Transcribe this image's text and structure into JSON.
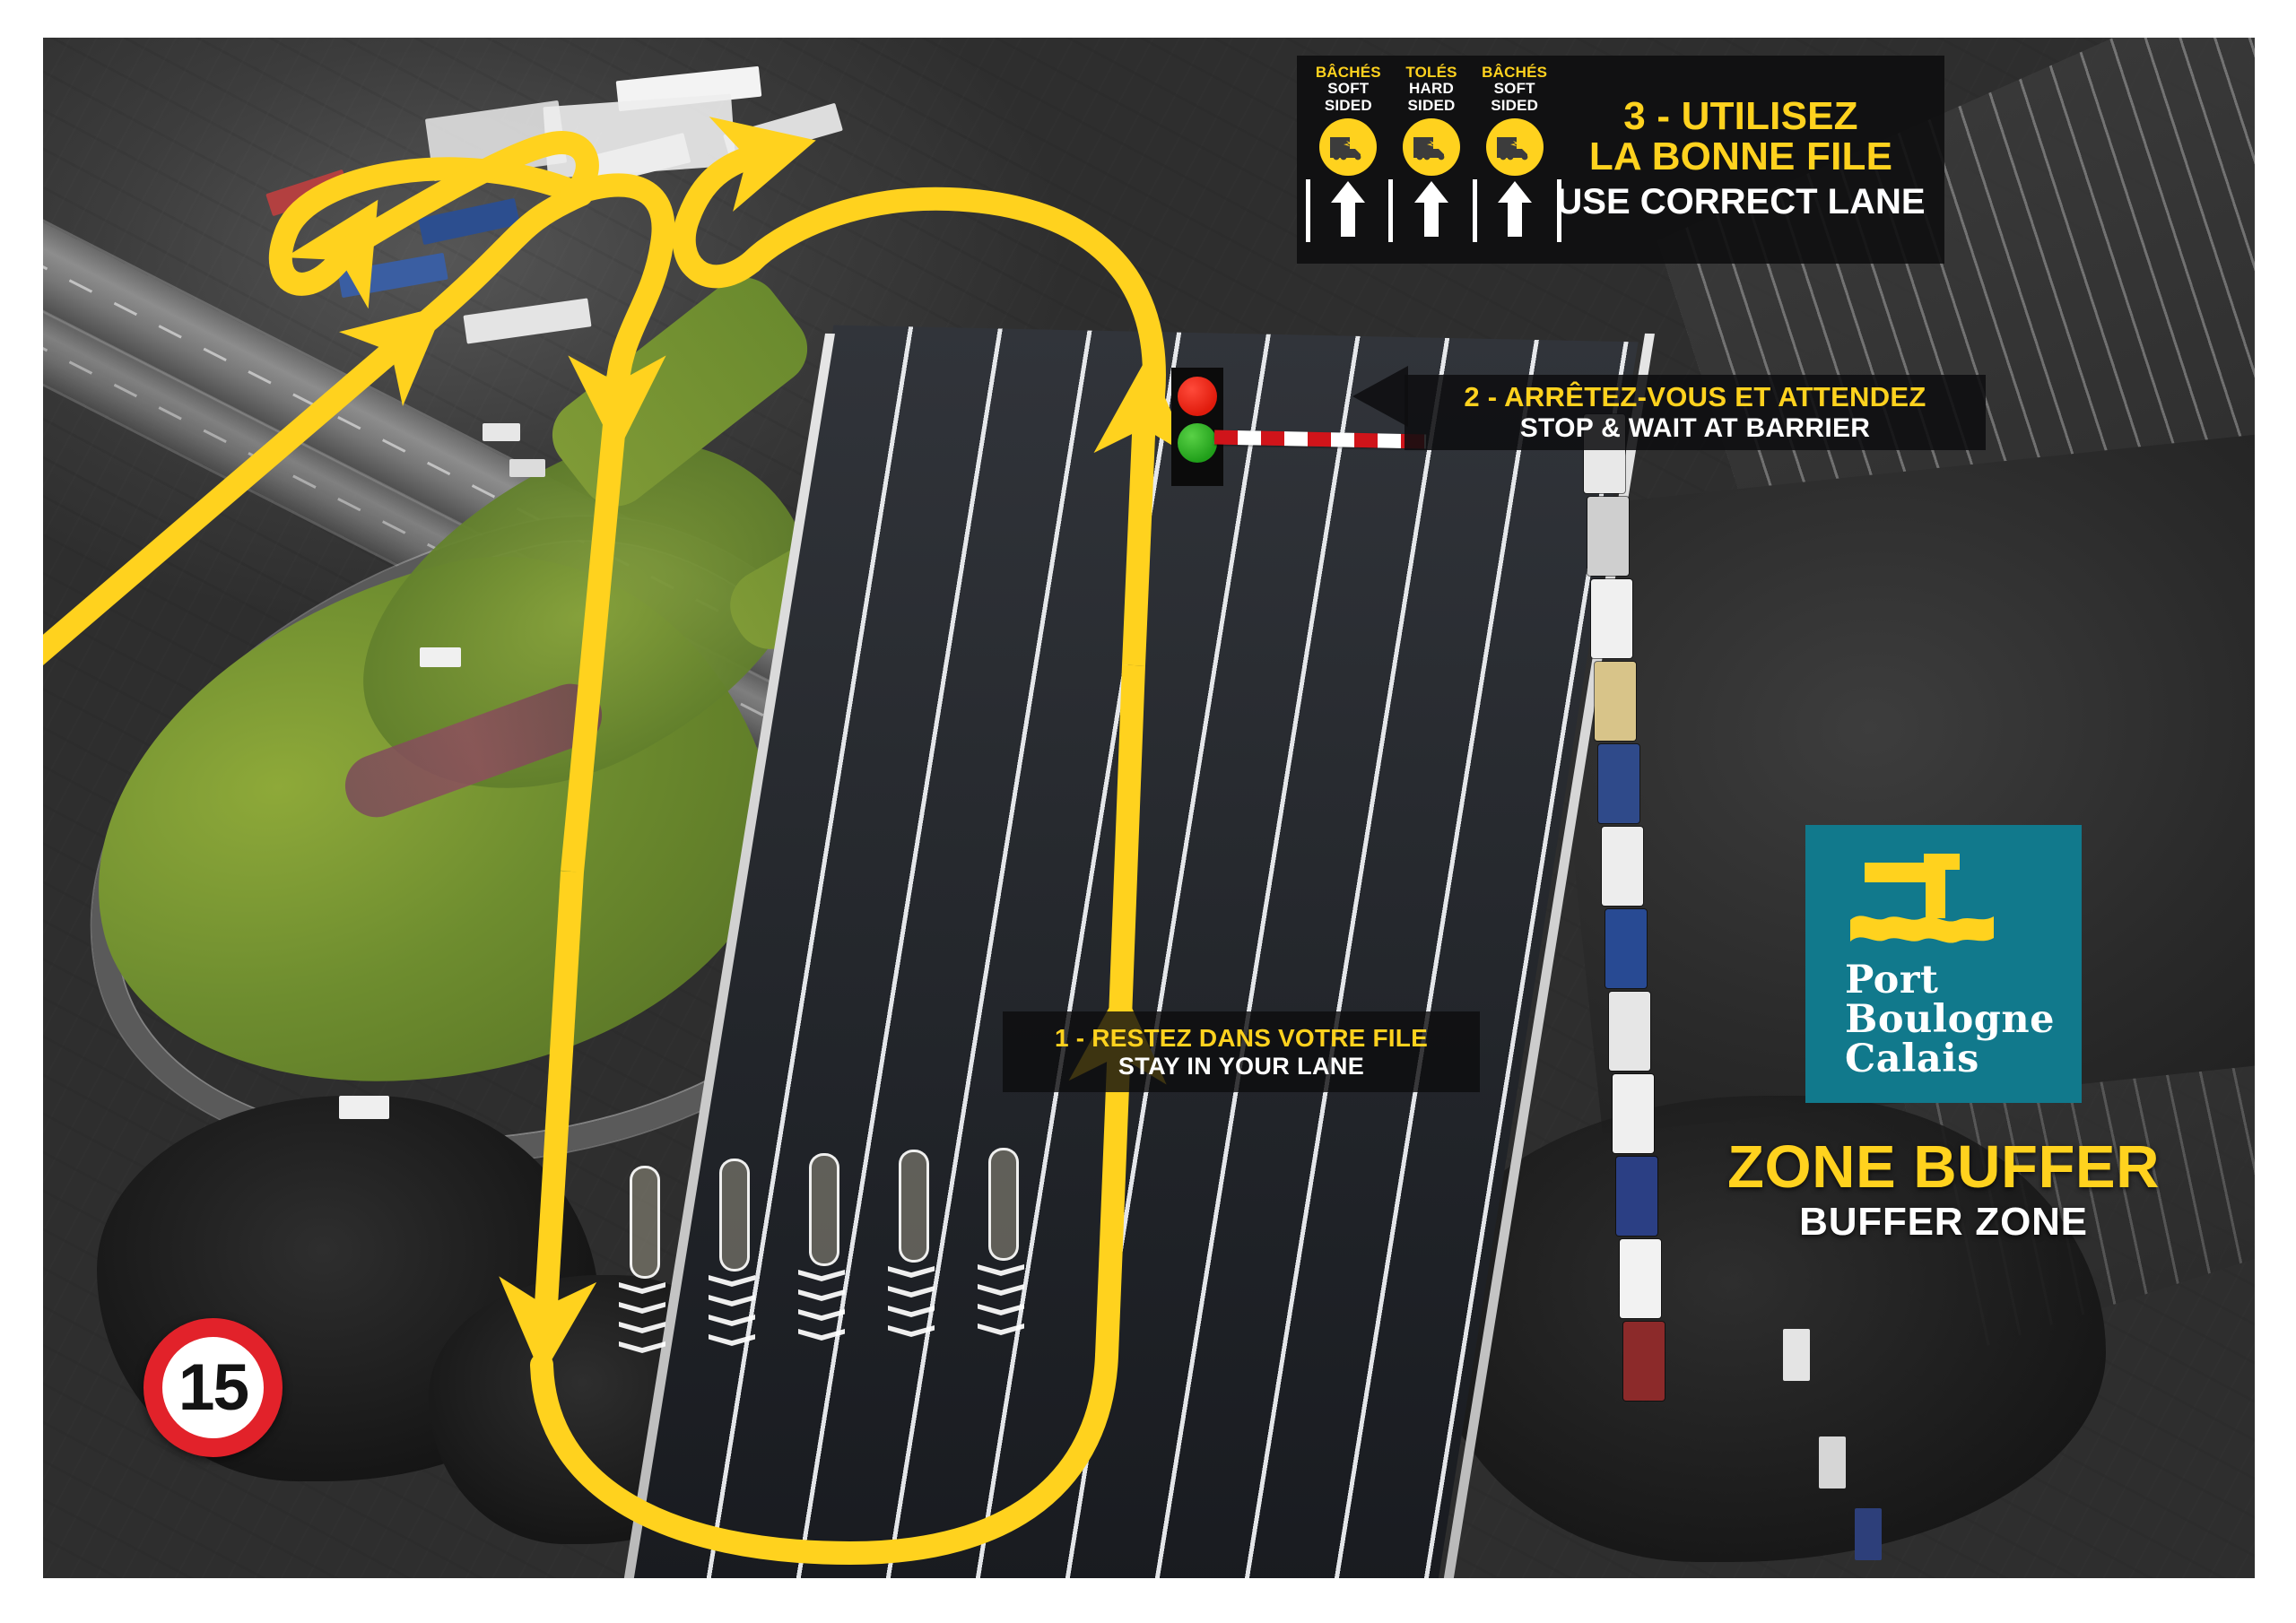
{
  "poster": {
    "kind": "aerial-photo-infographic",
    "title_fr": "ZONE BUFFER",
    "title_en": "BUFFER ZONE"
  },
  "accent": {
    "yellow": "#FFD21E",
    "teal": "#11798C",
    "red": "#E2222A",
    "green_light": "#2FA52A",
    "box_dark": "#0E0E10",
    "white": "#FFFFFF"
  },
  "callouts": [
    {
      "id": "stay-in-lane",
      "number": "1",
      "fr": "1 - RESTEZ DANS VOTRE FILE",
      "en": "STAY IN YOUR LANE"
    },
    {
      "id": "stop-and-wait",
      "number": "2",
      "fr": "2 - ARRÊTEZ-VOUS ET ATTENDEZ",
      "en": "STOP & WAIT AT BARRIER"
    },
    {
      "id": "use-correct-lane",
      "number": "3",
      "fr_line1": "3 - UTILISEZ",
      "fr_line2": "LA BONNE FILE",
      "en": "USE CORRECT LANE"
    }
  ],
  "lane_guide": {
    "lanes": [
      {
        "fr": "BÂCHÉS",
        "en_line1": "SOFT",
        "en_line2": "SIDED",
        "icon": "truck-icon",
        "arrow": "up-arrow-icon"
      },
      {
        "fr": "TOLÉS",
        "en_line1": "HARD",
        "en_line2": "SIDED",
        "icon": "truck-icon",
        "arrow": "up-arrow-icon"
      },
      {
        "fr": "BÂCHÉS",
        "en_line1": "SOFT",
        "en_line2": "SIDED",
        "icon": "truck-icon",
        "arrow": "up-arrow-icon"
      }
    ]
  },
  "logo": {
    "line1": "Port",
    "line2": "Boulogne",
    "line3": "Calais",
    "mark": "port-crane-wave-icon"
  },
  "speed_limit": {
    "value": "15",
    "icon": "speed-limit-sign-icon"
  },
  "traffic_light": {
    "icon": "traffic-light-icon",
    "red_on": true,
    "green_on": true
  },
  "barrier": {
    "icon": "red-white-barrier-icon"
  },
  "route": {
    "icon": "yellow-route-arrow-path",
    "color": "#FFD21E",
    "description": "Yellow directional route arrows through the buffer zone"
  }
}
